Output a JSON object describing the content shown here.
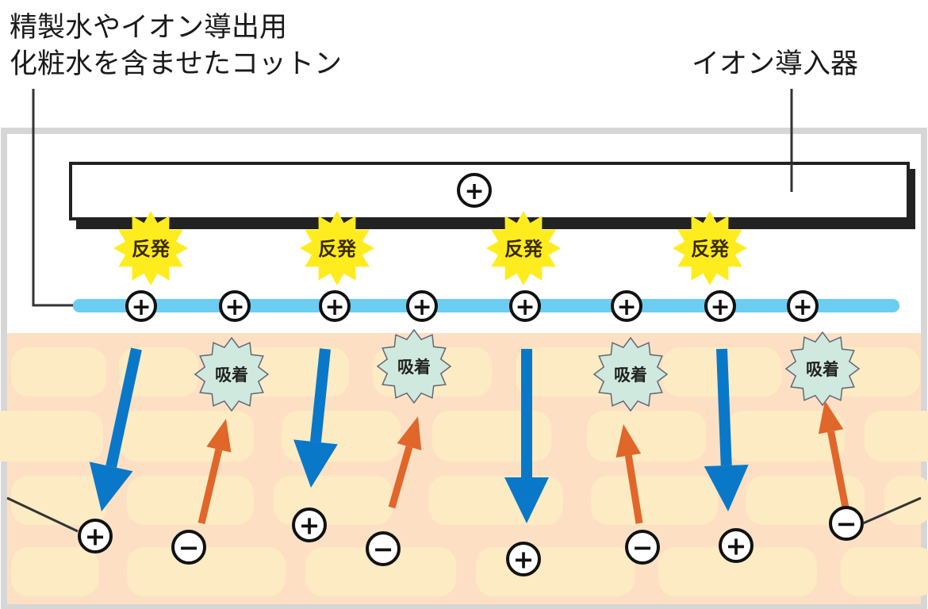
{
  "labels": {
    "cotton_line1": "精製水やイオン導出用",
    "cotton_line2": "化粧水を含ませたコットン",
    "device": "イオン導入器"
  },
  "device_charge": "+",
  "repulsion_label": "反発",
  "adsorption_label": "吸着",
  "cotton_charges": [
    "+",
    "+",
    "+",
    "+",
    "+",
    "+",
    "+",
    "+"
  ],
  "skin_charges": [
    "+",
    "−",
    "+",
    "−",
    "+",
    "−",
    "+",
    "−"
  ],
  "colors": {
    "cotton_band": "#6ccdf2",
    "skin_bg": "#fde0c4",
    "skin_cell": "#fdebc3",
    "repel_star": "#ffec1e",
    "adsorb_star": "#cfe9de",
    "arrow_down": "#0a78c8",
    "arrow_up": "#e0662a",
    "device_bar": "#ffffff",
    "device_shadow": "#222222"
  }
}
